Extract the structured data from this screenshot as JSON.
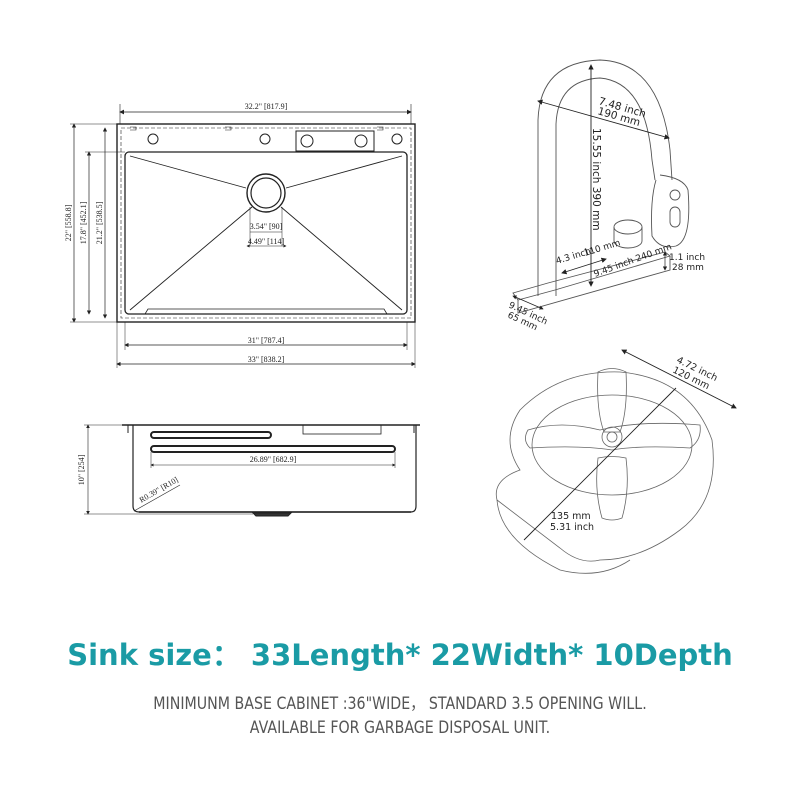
{
  "top_view": {
    "overall_width": "32.2\" [817.9]",
    "inner_width": "31\" [787.4]",
    "outer_width": "33\" [838.2]",
    "overall_depth": "22\" [558.8]",
    "inner_depth": "17.8\" [452.1]",
    "bowl_depth": "21.2\" [538.5]",
    "drain_inner": "3.54\" [90]",
    "drain_outer": "4.49\" [114]"
  },
  "side_view": {
    "depth": "10\" [254]",
    "ledge_length": "26.89\" [682.9]",
    "corner_radius": "R0.39\" [R10]"
  },
  "faucet": {
    "reach_inch": "7.48 inch",
    "reach_mm": "190 mm",
    "height": "15.55 inch  390 mm",
    "spout_inch": "4.3 inch",
    "spout_mm": "110 mm",
    "base_length": "9.45 inch  240 mm",
    "base_height_inch": "1.1 inch",
    "base_height_mm": "28 mm",
    "base_width_inch": "9.45 inch",
    "base_width_mm": "65 mm"
  },
  "rinser": {
    "width_inch": "4.72 inch",
    "width_mm": "120 mm",
    "length_mm": "135 mm",
    "length_inch": "5.31 inch"
  },
  "caption": {
    "headline": "Sink size： 33Length* 22Width* 10Depth",
    "line1": "MINIMUNM BASE CABINET :36\"WIDE， STANDARD 3.5 OPENING WILL.",
    "line2": "AVAILABLE FOR GARBAGE DISPOSAL UNIT.",
    "accent_color": "#1a9ba5",
    "text_color": "#555555"
  }
}
